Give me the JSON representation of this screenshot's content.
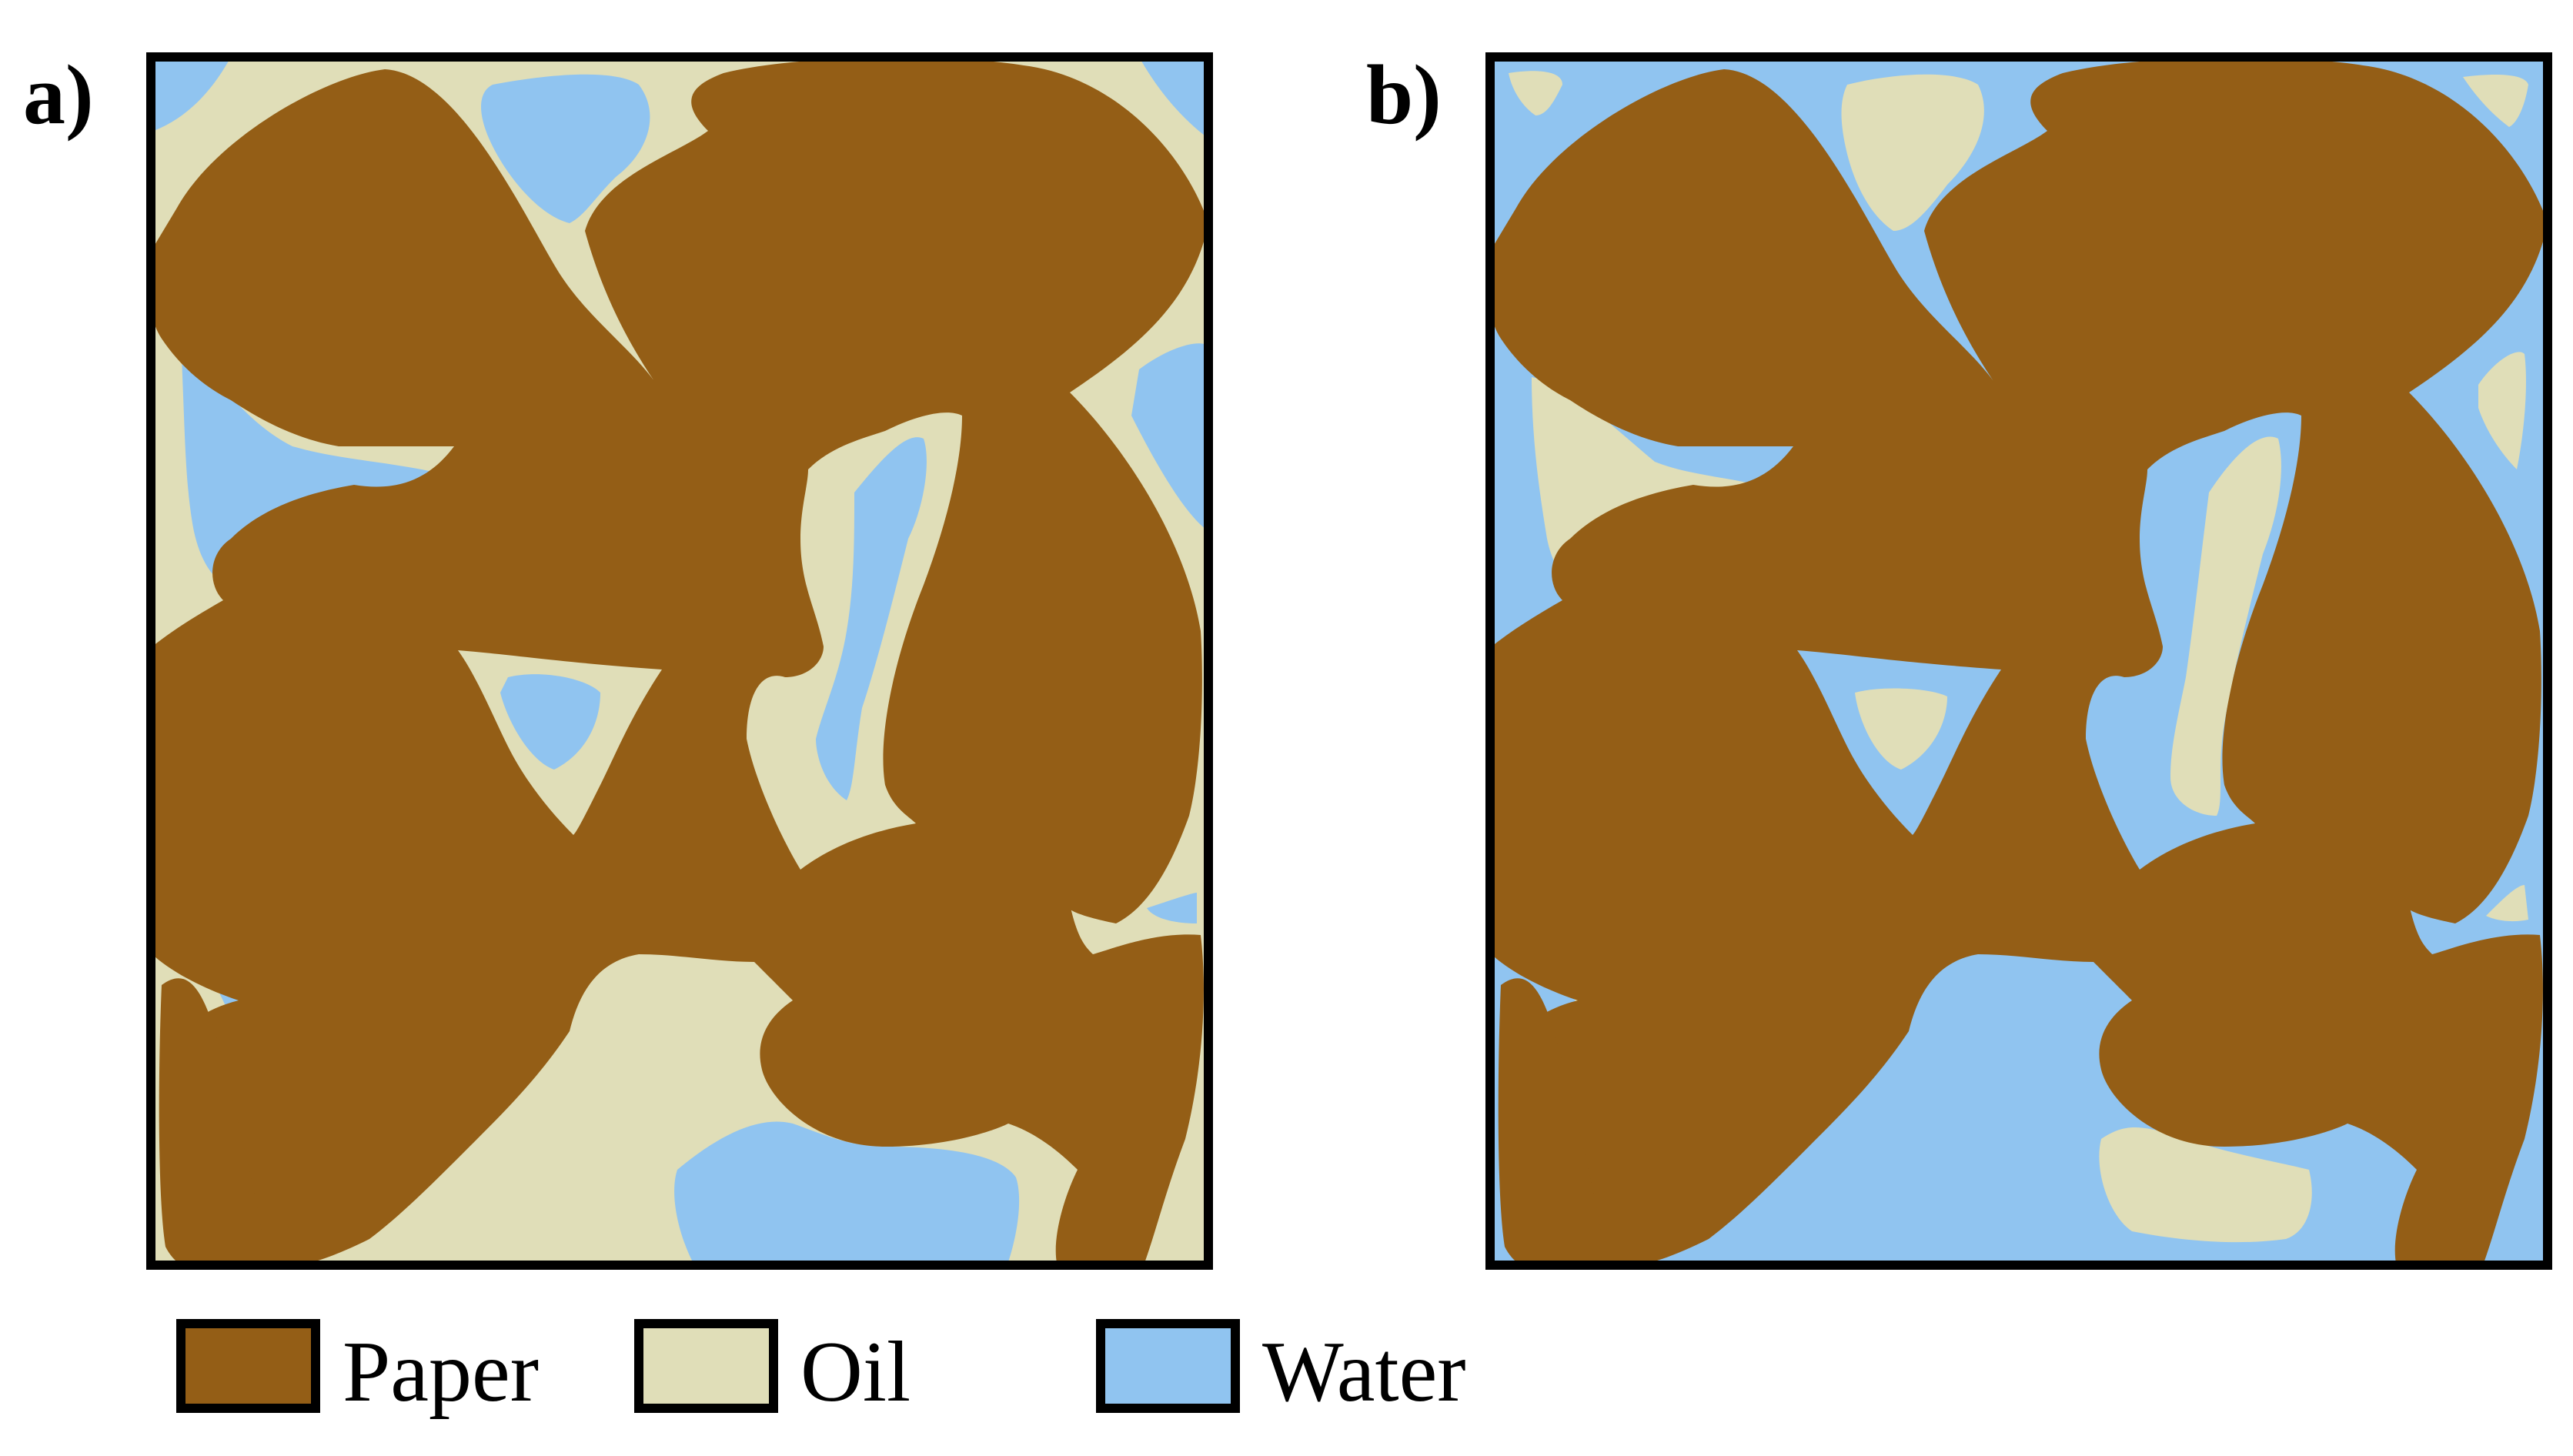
{
  "panels": [
    {
      "label": "a)",
      "background_material": "Oil",
      "pocket_material": "Water"
    },
    {
      "label": "b)",
      "background_material": "Water",
      "pocket_material": "Oil"
    }
  ],
  "legend": [
    {
      "label": "Paper",
      "color": "#945E16"
    },
    {
      "label": "Oil",
      "color": "#E0DEB8"
    },
    {
      "label": "Water",
      "color": "#90C4F0"
    }
  ],
  "colors": {
    "paper": "#945E16",
    "oil": "#E0DEB8",
    "water": "#90C4F0",
    "outline": "#000000"
  }
}
